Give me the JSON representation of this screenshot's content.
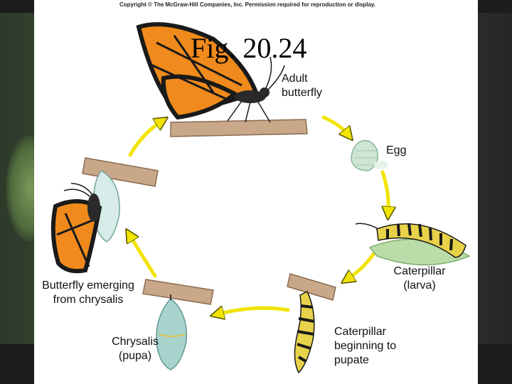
{
  "header": {
    "copyright": "Copyright © The McGraw-Hill Companies, Inc. Permission required for reproduction or display.",
    "figure_label": "Fig. 20.24"
  },
  "stages": [
    {
      "id": "adult",
      "lines": [
        "Adult",
        "butterfly"
      ]
    },
    {
      "id": "egg",
      "lines": [
        "Egg"
      ]
    },
    {
      "id": "caterpillar",
      "lines": [
        "Caterpillar",
        "(larva)"
      ]
    },
    {
      "id": "pupating",
      "lines": [
        "Caterpillar",
        "beginning to",
        "pupate"
      ]
    },
    {
      "id": "chrysalis",
      "lines": [
        "Chrysalis",
        "(pupa)"
      ]
    },
    {
      "id": "emerging",
      "lines": [
        "Butterfly emerging",
        "from chrysalis"
      ]
    }
  ],
  "colors": {
    "arrow": "#f2e400",
    "arrow_outline": "#5a5a00",
    "wing_orange": "#f08a1c",
    "vein": "#1a1a1a",
    "branch": "#c9a88a",
    "egg": "#cfe6d6",
    "chrysalis": "#a7d3cc",
    "caterpillar_yellow": "#e8d24a",
    "leaf": "#b9dca8"
  },
  "icons": [
    "butterfly-icon",
    "egg-icon",
    "caterpillar-icon",
    "chrysalis-icon",
    "branch-icon",
    "cycle-arrow-icon"
  ]
}
